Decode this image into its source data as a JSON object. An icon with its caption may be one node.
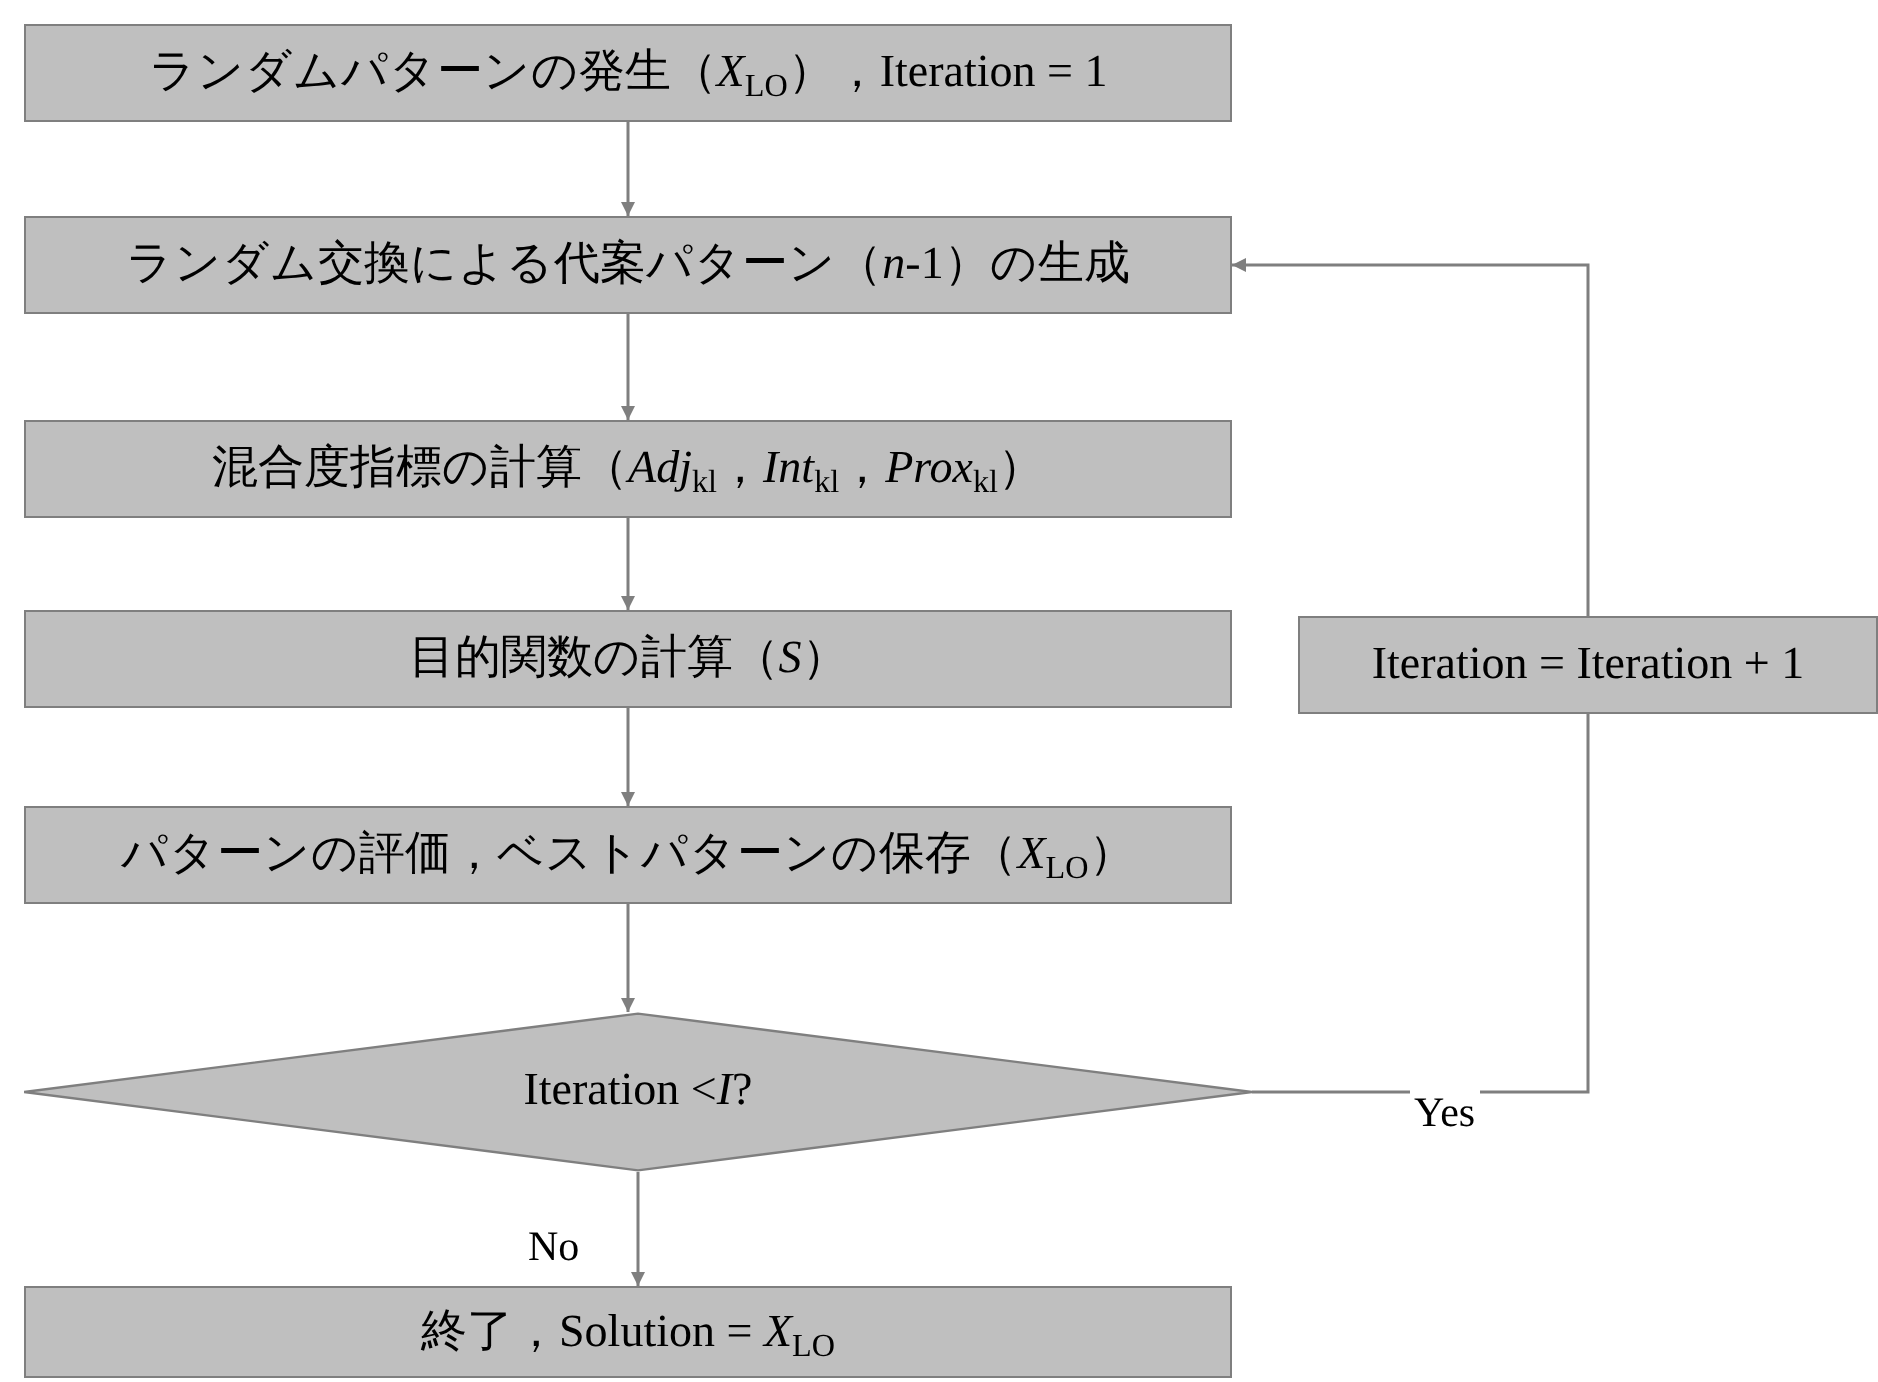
{
  "diagram": {
    "nodes": [
      {
        "text": [
          "ランダムパターンの発生（*X*$_{LO}$），Iteration = 1"
        ]
      },
      {
        "text": [
          "ランダム交換による代案パターン（*n*-1）の生成"
        ]
      },
      {
        "text": [
          "混合度指標の計算（*Adj*$_{kl}$，*Int*$_{kl}$，*Prox*$_{kl}$）"
        ]
      },
      {
        "text": [
          "目的関数の計算（*S*）"
        ]
      },
      {
        "text": [
          "パターンの評価，ベストパターンの保存（*X*$_{LO}$）"
        ]
      },
      {
        "text": [
          "Iteration <*I*?"
        ]
      },
      {
        "text": [
          "終了，Solution = *X*$_{LO}$"
        ]
      },
      {
        "text": [
          "Iteration = Iteration + 1"
        ]
      }
    ],
    "edges": [
      {
        "from": 0,
        "to": 1,
        "arrow": "to"
      },
      {
        "from": 1,
        "to": 2,
        "arrow": "to"
      },
      {
        "from": 2,
        "to": 3,
        "arrow": "to"
      },
      {
        "from": 3,
        "to": 4,
        "arrow": "to"
      },
      {
        "from": 4,
        "to": 5,
        "arrow": "to"
      },
      {
        "from": 5,
        "to": 6,
        "arrow": "to",
        "label": "No"
      },
      {
        "from": 5,
        "to": 7,
        "arrow": "none",
        "label": "Yes"
      },
      {
        "from": 7,
        "to": 1,
        "arrow": "to"
      }
    ]
  }
}
